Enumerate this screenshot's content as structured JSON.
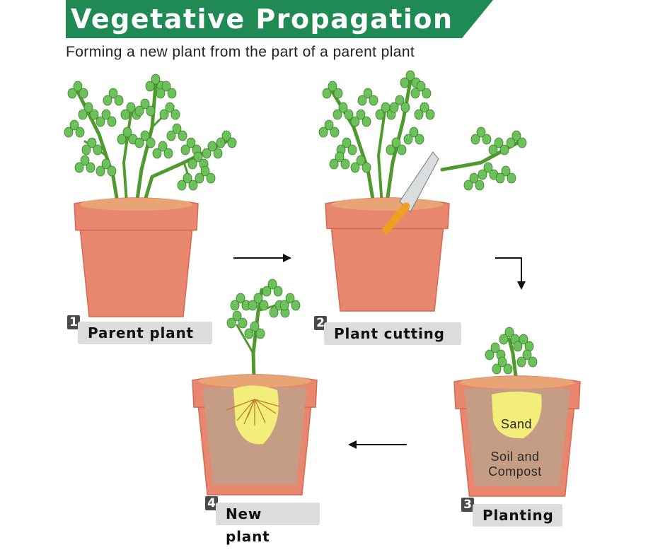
{
  "header": {
    "title": "Vegetative Propagation",
    "subtitle": "Forming a new plant from the part of a parent plant"
  },
  "steps": [
    {
      "number": "1",
      "label": "Parent plant"
    },
    {
      "number": "2",
      "label": "Plant cutting"
    },
    {
      "number": "3",
      "label": "Planting"
    },
    {
      "number": "4",
      "label": "New plant"
    }
  ],
  "pot_labels": {
    "sand": "Sand",
    "soil": "Soil and Compost"
  },
  "colors": {
    "banner": "#1f8a53",
    "pot": "#e8866e",
    "soil": "#c49d84",
    "sand": "#f3ee7a",
    "leaf": "#6cc25a",
    "stem": "#4e9a2e"
  }
}
